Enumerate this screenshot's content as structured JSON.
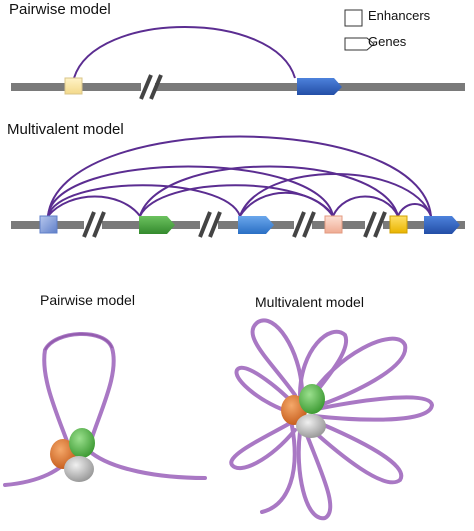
{
  "titles": {
    "pairwise_top": "Pairwise model",
    "multivalent_top": "Multivalent  model",
    "pairwise_bottom": "Pairwise model",
    "multivalent_bottom": "Multivalent  model"
  },
  "legend": {
    "enhancers_label": "Enhancers",
    "genes_label": "Genes"
  },
  "colors": {
    "chromatin_line": "#7a7a7a",
    "arc": "#5b2d91",
    "fiber": "#a978c4",
    "fiber_dark": "#7d3f98",
    "enhancer_yellow": "#fbe7a6",
    "enhancer_blue": "#7c9ad6",
    "enhancer_pink": "#f7c4b0",
    "enhancer_gold": "#f5c51c",
    "gene_blue": "#2f63c4",
    "gene_green": "#46a340",
    "gene_lightblue": "#3c86d9",
    "blob_orange": "#e07a34",
    "blob_green": "#5bbf4f",
    "blob_gray": "#b6b6b6"
  }
}
